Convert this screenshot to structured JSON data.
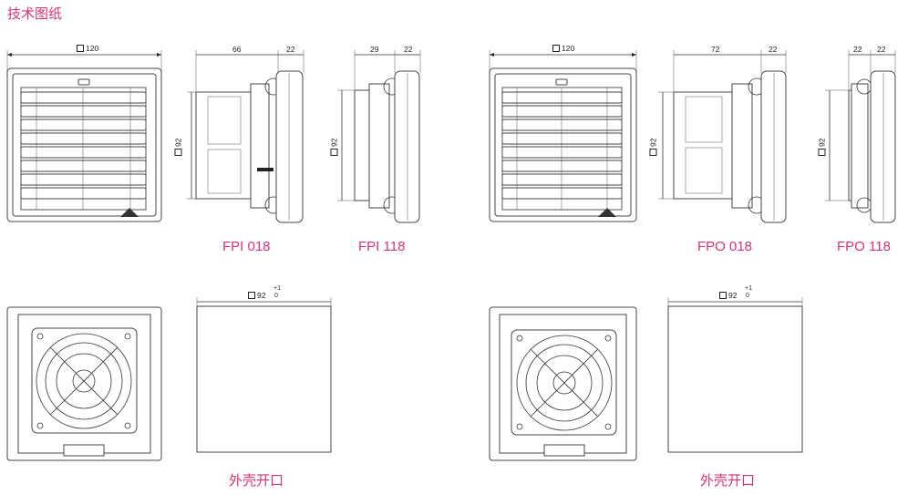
{
  "title": "技术图纸",
  "captions": {
    "fpi018": "FPI 018",
    "fpi118": "FPI 118",
    "fpo018": "FPO 018",
    "fpo118": "FPO 118",
    "cutout_left": "外壳开口",
    "cutout_right": "外壳开口"
  },
  "dimensions": {
    "fpi018_front_width": "120",
    "fpi018_height": "92",
    "fpi018_side_depth": "66",
    "fpi018_side_flange": "22",
    "fpi118_depth": "29",
    "fpi118_flange": "22",
    "fpi118_height": "92",
    "fpo018_front_width": "120",
    "fpo018_height": "92",
    "fpo018_side_depth": "72",
    "fpo018_side_flange": "22",
    "fpo118_depth": "22",
    "fpo118_flange": "22",
    "fpo118_height": "92",
    "cutout_left_size": "92",
    "cutout_left_tol_plus": "+1",
    "cutout_left_tol_zero": "0",
    "cutout_right_size": "92",
    "cutout_right_tol_plus": "+1",
    "cutout_right_tol_zero": "0"
  },
  "colors": {
    "accent": "#d6337a",
    "line": "#333333"
  }
}
